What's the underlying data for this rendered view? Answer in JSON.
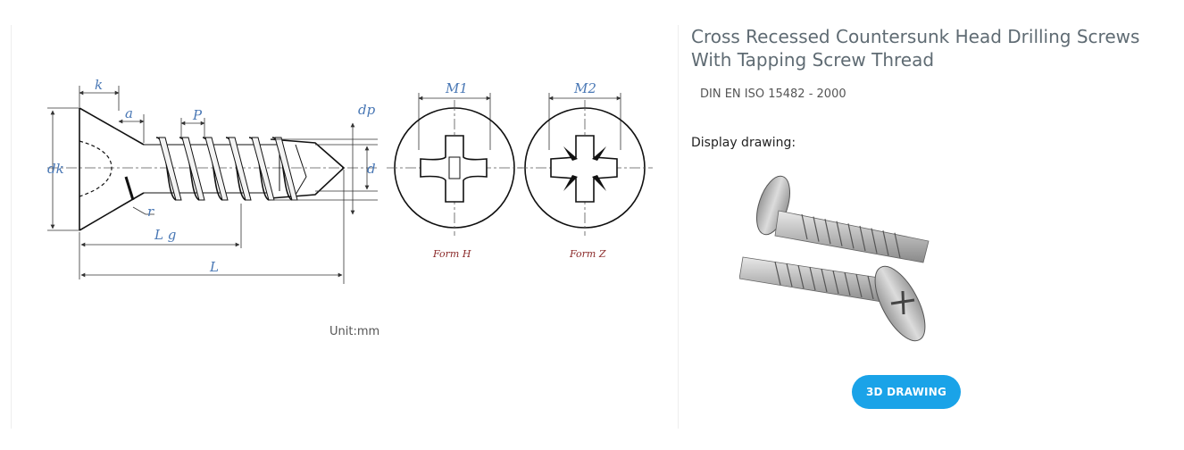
{
  "product": {
    "title": "Cross Recessed Countersunk Head Drilling Screws With Tapping Screw Thread",
    "standard": "DIN EN ISO 15482 - 2000"
  },
  "drawing": {
    "labels": {
      "k": "k",
      "a": "a",
      "P": "P",
      "dp": "dp",
      "dk": "dk",
      "d": "d",
      "r": "r",
      "Lg": "L g",
      "L": "L",
      "M1": "M1",
      "M2": "M2"
    },
    "forms": {
      "h": "Form H",
      "z": "Form Z"
    },
    "unit": "Unit:mm"
  },
  "display": {
    "label": "Display drawing:",
    "button": "3D DRAWING"
  },
  "colors": {
    "dimension": "#4a78b5",
    "form_label": "#8b2a2a",
    "button": "#1aa3e8"
  }
}
